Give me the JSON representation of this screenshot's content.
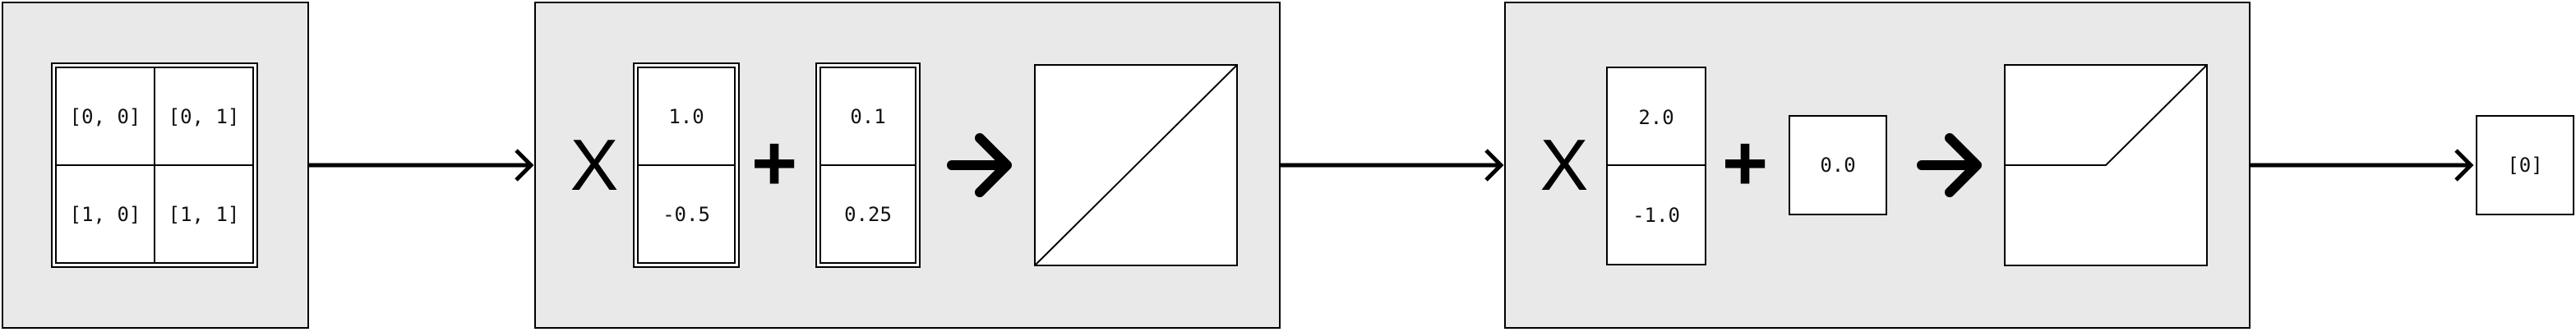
{
  "input": {
    "cells": [
      [
        "[0, 0]",
        "[0, 1]"
      ],
      [
        "[1, 0]",
        "[1, 1]"
      ]
    ]
  },
  "layer1": {
    "multiply_symbol": "X",
    "weights": [
      "1.0",
      "-0.5"
    ],
    "plus_symbol": "+",
    "biases": [
      "0.1",
      "0.25"
    ],
    "activation": "identity"
  },
  "layer2": {
    "multiply_symbol": "X",
    "weights": [
      "2.0",
      "-1.0"
    ],
    "plus_symbol": "+",
    "bias": "0.0",
    "activation": "relu"
  },
  "output": {
    "value": "[0]"
  }
}
